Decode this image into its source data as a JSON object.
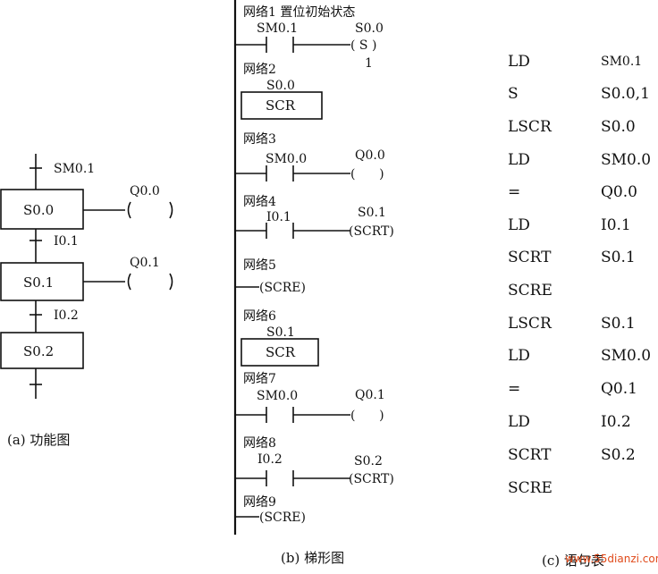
{
  "function_chart": {
    "init_condition": "SM0.1",
    "steps": [
      "S0.0",
      "S0.1",
      "S0.2"
    ],
    "outputs": [
      "Q0.0",
      "Q0.1"
    ],
    "transitions": [
      "I0.1",
      "I0.2"
    ],
    "caption": "(a)  功能图"
  },
  "ladder": {
    "networks": [
      {
        "label": "网络1  置位初始状态",
        "contact": "SM0.1",
        "coil_name": "S0.0",
        "coil": "( S )",
        "coil_n": "1"
      },
      {
        "label": "网络2",
        "box_name": "S0.0",
        "box": "SCR"
      },
      {
        "label": "网络3",
        "contact": "SM0.0",
        "coil_name": "Q0.0",
        "coil": "(      )"
      },
      {
        "label": "网络4",
        "contact": "I0.1",
        "coil_name": "S0.1",
        "coil": "(SCRT)"
      },
      {
        "label": "网络5",
        "coil": "(SCRE)"
      },
      {
        "label": "网络6",
        "box_name": "S0.1",
        "box": "SCR"
      },
      {
        "label": "网络7",
        "contact": "SM0.0",
        "coil_name": "Q0.1",
        "coil": "(      )"
      },
      {
        "label": "网络8",
        "contact": "I0.2",
        "coil_name": "S0.2",
        "coil": "(SCRT)"
      },
      {
        "label": "网络9",
        "coil": "(SCRE)"
      }
    ],
    "caption": "(b)  梯形图"
  },
  "statement_list": {
    "rows": [
      {
        "op": "LD",
        "arg": "SM0.1"
      },
      {
        "op": "S",
        "arg": "S0.0,1"
      },
      {
        "op": "LSCR",
        "arg": "S0.0"
      },
      {
        "op": "LD",
        "arg": "SM0.0"
      },
      {
        "op": "=",
        "arg": "Q0.0"
      },
      {
        "op": "LD",
        "arg": "I0.1"
      },
      {
        "op": "SCRT",
        "arg": "S0.1"
      },
      {
        "op": "SCRE",
        "arg": ""
      },
      {
        "op": "LSCR",
        "arg": "S0.1"
      },
      {
        "op": "LD",
        "arg": "SM0.0"
      },
      {
        "op": "=",
        "arg": "Q0.1"
      },
      {
        "op": "LD",
        "arg": "I0.2"
      },
      {
        "op": "SCRT",
        "arg": "S0.2"
      },
      {
        "op": "SCRE",
        "arg": ""
      }
    ],
    "caption": "(c)  语句表"
  },
  "watermark": "www.55dianzi.com"
}
